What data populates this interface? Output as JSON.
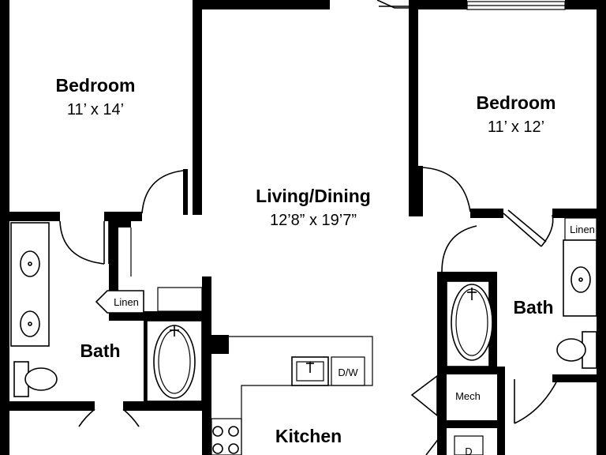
{
  "rooms": {
    "bedroom_left": {
      "name": "Bedroom",
      "size": "11’ x 14’"
    },
    "bedroom_right": {
      "name": "Bedroom",
      "size": "11’ x 12’"
    },
    "living": {
      "name": "Living/Dining",
      "size": "12’8” x 19’7”"
    },
    "bath_left": {
      "name": "Bath"
    },
    "bath_right": {
      "name": "Bath"
    },
    "kitchen": {
      "name": "Kitchen"
    }
  },
  "labels": {
    "linen_left": "Linen",
    "linen_right": "Linen",
    "dishwasher": "D/W",
    "mech": "Mech",
    "dryer": "D"
  },
  "colors": {
    "wall": "#000000",
    "background": "#ffffff"
  }
}
